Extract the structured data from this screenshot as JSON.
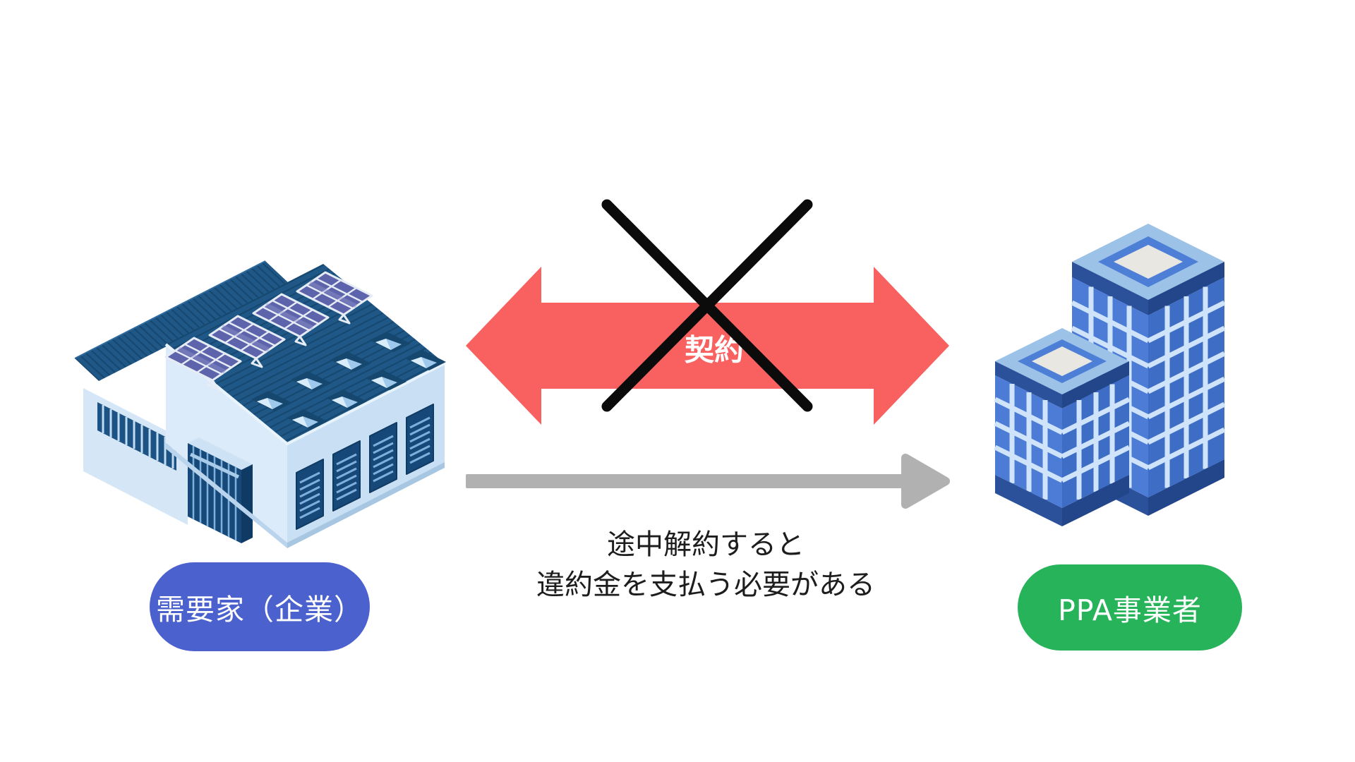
{
  "canvas": {
    "background": "#ffffff"
  },
  "left_entity": {
    "label": "需要家（企業）",
    "pill_color": "#4A61CE",
    "text_color": "#ffffff",
    "illustration": "solar-panel-factory"
  },
  "right_entity": {
    "label": "PPA事業者",
    "pill_color": "#27B35A",
    "text_color": "#ffffff",
    "illustration": "office-buildings"
  },
  "contract": {
    "label": "契約",
    "arrow_color": "#F96060",
    "label_color": "#ffffff",
    "cross_color": "#0b0b0b",
    "crossed_out": true
  },
  "penalty": {
    "arrow_color": "#B1B1B1",
    "caption_line1": "途中解約すると",
    "caption_line2": "違約金を支払う必要がある",
    "caption_color": "#1d1d1d"
  }
}
